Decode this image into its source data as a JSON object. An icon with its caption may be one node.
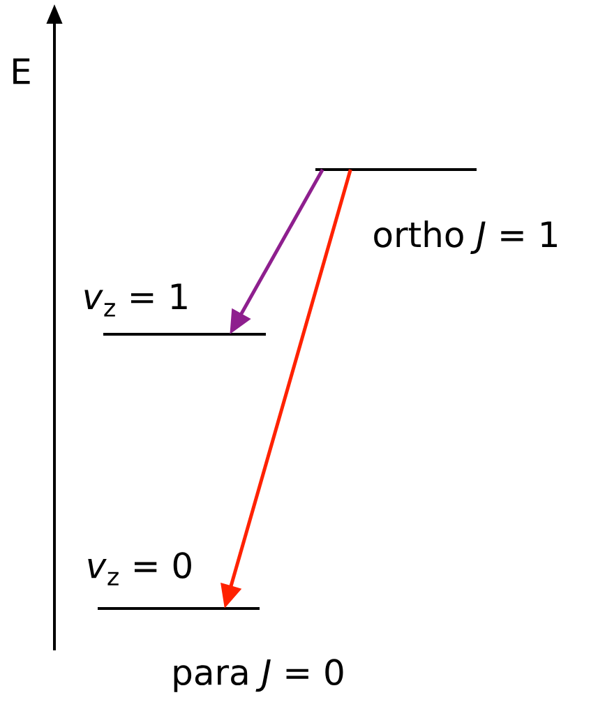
{
  "diagram": {
    "nodes": [
      {
        "text": [
          "ortho *J* = 1"
        ]
      },
      {
        "text": [
          "*v*$_{z}$ = 1"
        ]
      },
      {
        "text": [
          "*v*$_{z}$ = 0"
        ],
        "beside": [
          "para *J* = 0"
        ]
      }
    ],
    "edges": [
      {
        "from": 0,
        "to": 1,
        "arrow": "to",
        "color": "#8e1f8e"
      },
      {
        "from": 0,
        "to": 2,
        "arrow": "to",
        "color": "#ff2200"
      }
    ],
    "labels": [
      "E"
    ]
  }
}
